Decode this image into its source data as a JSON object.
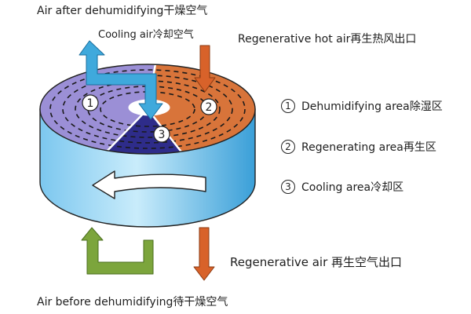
{
  "labels": {
    "top_output": "Air after dehumidifying干燥空气",
    "cooling_air": "Cooling air冷却空气",
    "regen_hot_in": "Regenerative hot air再生热风出口",
    "regen_out": "Regenerative air 再生空气出口",
    "bottom_input": "Air before dehumidifying待干燥空气"
  },
  "zones": [
    {
      "number": "1",
      "label": "Dehumidifying area除湿区",
      "color": "#9b8fd6"
    },
    {
      "number": "2",
      "label": "Regenerating area再生区",
      "color": "#d8743a"
    },
    {
      "number": "3",
      "label": "Cooling area冷却区",
      "color": "#2e2c8a"
    }
  ],
  "colors": {
    "wheel_side": "#5bb7e8",
    "arrow_blue": "#3fa9dc",
    "arrow_orange": "#d8622a",
    "arrow_green": "#7ca53c"
  }
}
